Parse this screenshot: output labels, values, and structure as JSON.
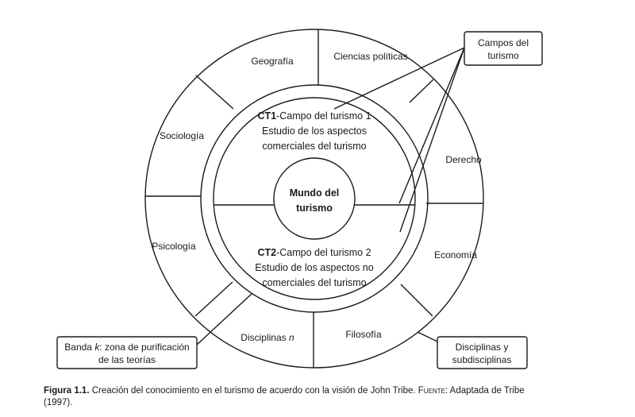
{
  "disciplines": {
    "geografia": "Geografía",
    "ciencias_politicas": "Ciencias políticas",
    "sociologia": "Sociología",
    "derecho": "Derecho",
    "psicologia": "Psicología",
    "economia": "Economía",
    "disciplinas_n": "Disciplinas",
    "disciplinas_n_var": "n",
    "filosofia": "Filosofía"
  },
  "center": {
    "line1": "Mundo del",
    "line2": "turismo"
  },
  "ct1": {
    "code": "CT1",
    "title": "-Campo del turismo 1",
    "line2": "Estudio de los aspectos",
    "line3": "comerciales del turismo"
  },
  "ct2": {
    "code": "CT2",
    "title": "-Campo del turismo 2",
    "line2": "Estudio de los aspectos no",
    "line3": "comerciales del turismo"
  },
  "callouts": {
    "campos": {
      "line1": "Campos del",
      "line2": "turismo"
    },
    "banda": {
      "pre": "Banda ",
      "var": "k",
      "post": ": zona de purificación",
      "line2": "de las teorías"
    },
    "disciplinas": {
      "line1": "Disciplinas y",
      "line2": "subdisciplinas"
    }
  },
  "caption": {
    "label": "Figura 1.1.",
    "text": " Creación del conocimiento en el turismo de acuerdo con la visión de John Tribe. ",
    "source_label": "Fuente",
    "source_text": ": Adaptada de Tribe (1997)."
  }
}
